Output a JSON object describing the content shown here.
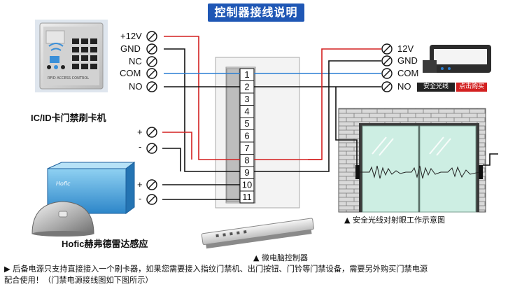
{
  "title": "控制器接线说明",
  "reader": {
    "name": "IC/ID卡门禁刷卡机",
    "panel_text": "RFID ACCESS CONTROL",
    "terminals": [
      "+12V",
      "GND",
      "NC",
      "COM",
      "NO"
    ]
  },
  "sensor": {
    "name": "Hofic赫弗德雷达感应",
    "brand": "Hofic",
    "terminals_top": [
      "+",
      "-"
    ],
    "terminals_bottom": [
      "+",
      "-"
    ]
  },
  "controller": {
    "terminal_numbers": [
      "1",
      "2",
      "3",
      "4",
      "5",
      "6",
      "7",
      "8",
      "9",
      "10",
      "11"
    ],
    "caption": "▲ 微电脑控制器"
  },
  "beam": {
    "terminals": [
      "12V",
      "GND",
      "COM",
      "NO"
    ],
    "label": "安全光线",
    "buy_label": "点击购买",
    "caption": "▲ 安全光线对射眼工作示意图"
  },
  "footer": {
    "line1": "▶ 后备电源只支持直接接入一个刷卡器，如果您需要接入指纹门禁机、出门按钮、门铃等门禁设备，需要另外购买门禁电源",
    "line2": "配合使用！（门禁电源接线图如下图所示）"
  },
  "colors": {
    "title_bg": "#1f57b5",
    "wire_red": "#d42020",
    "wire_blue": "#2a7fd4",
    "wire_black": "#111111",
    "door_glass": "#cdeee3"
  }
}
